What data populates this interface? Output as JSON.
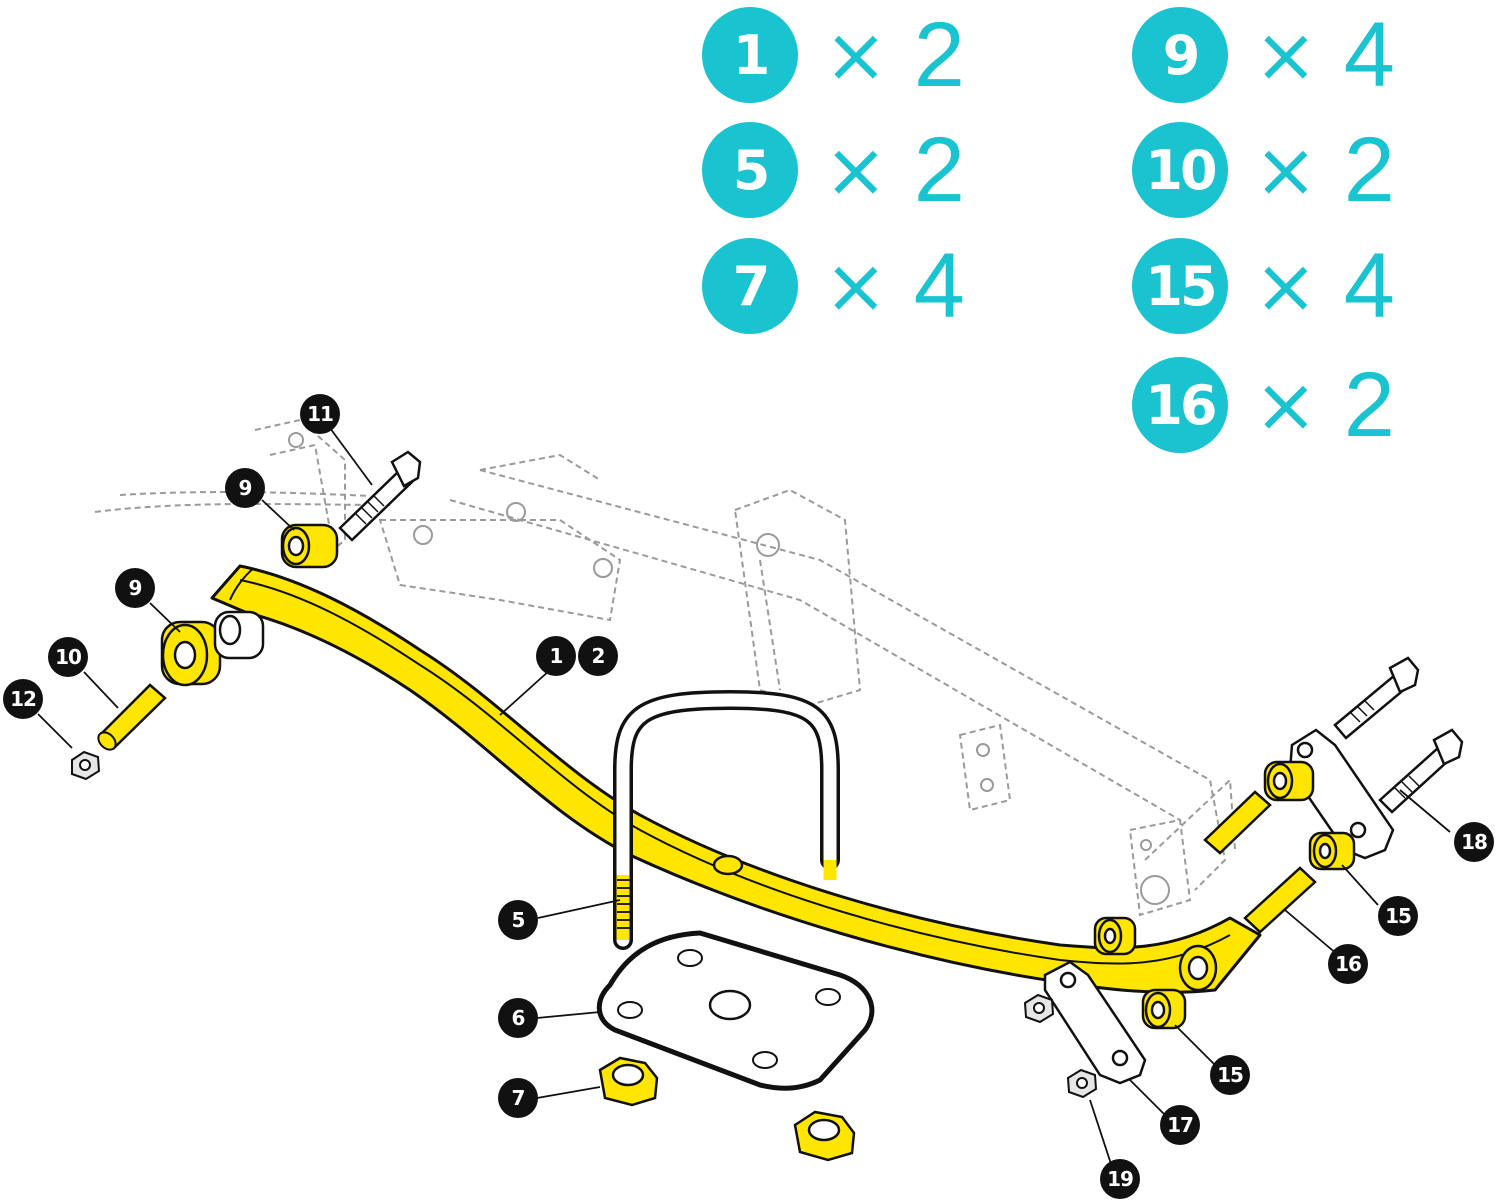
{
  "colors": {
    "accent": "#19c3cf",
    "part_yellow": "#ffe600",
    "callout": "#111111",
    "line": "#111111",
    "ghost": "#9a9a9a"
  },
  "quantities": {
    "left": [
      {
        "item": "1",
        "times": "×",
        "count": "2"
      },
      {
        "item": "5",
        "times": "×",
        "count": "2"
      },
      {
        "item": "7",
        "times": "×",
        "count": "4"
      }
    ],
    "right": [
      {
        "item": "9",
        "times": "×",
        "count": "4"
      },
      {
        "item": "10",
        "times": "×",
        "count": "2"
      },
      {
        "item": "15",
        "times": "×",
        "count": "4"
      },
      {
        "item": "16",
        "times": "×",
        "count": "2"
      }
    ]
  },
  "callouts": [
    "11",
    "9",
    "9",
    "10",
    "12",
    "1",
    "2",
    "5",
    "6",
    "7",
    "18",
    "15",
    "16",
    "15",
    "17",
    "19"
  ]
}
